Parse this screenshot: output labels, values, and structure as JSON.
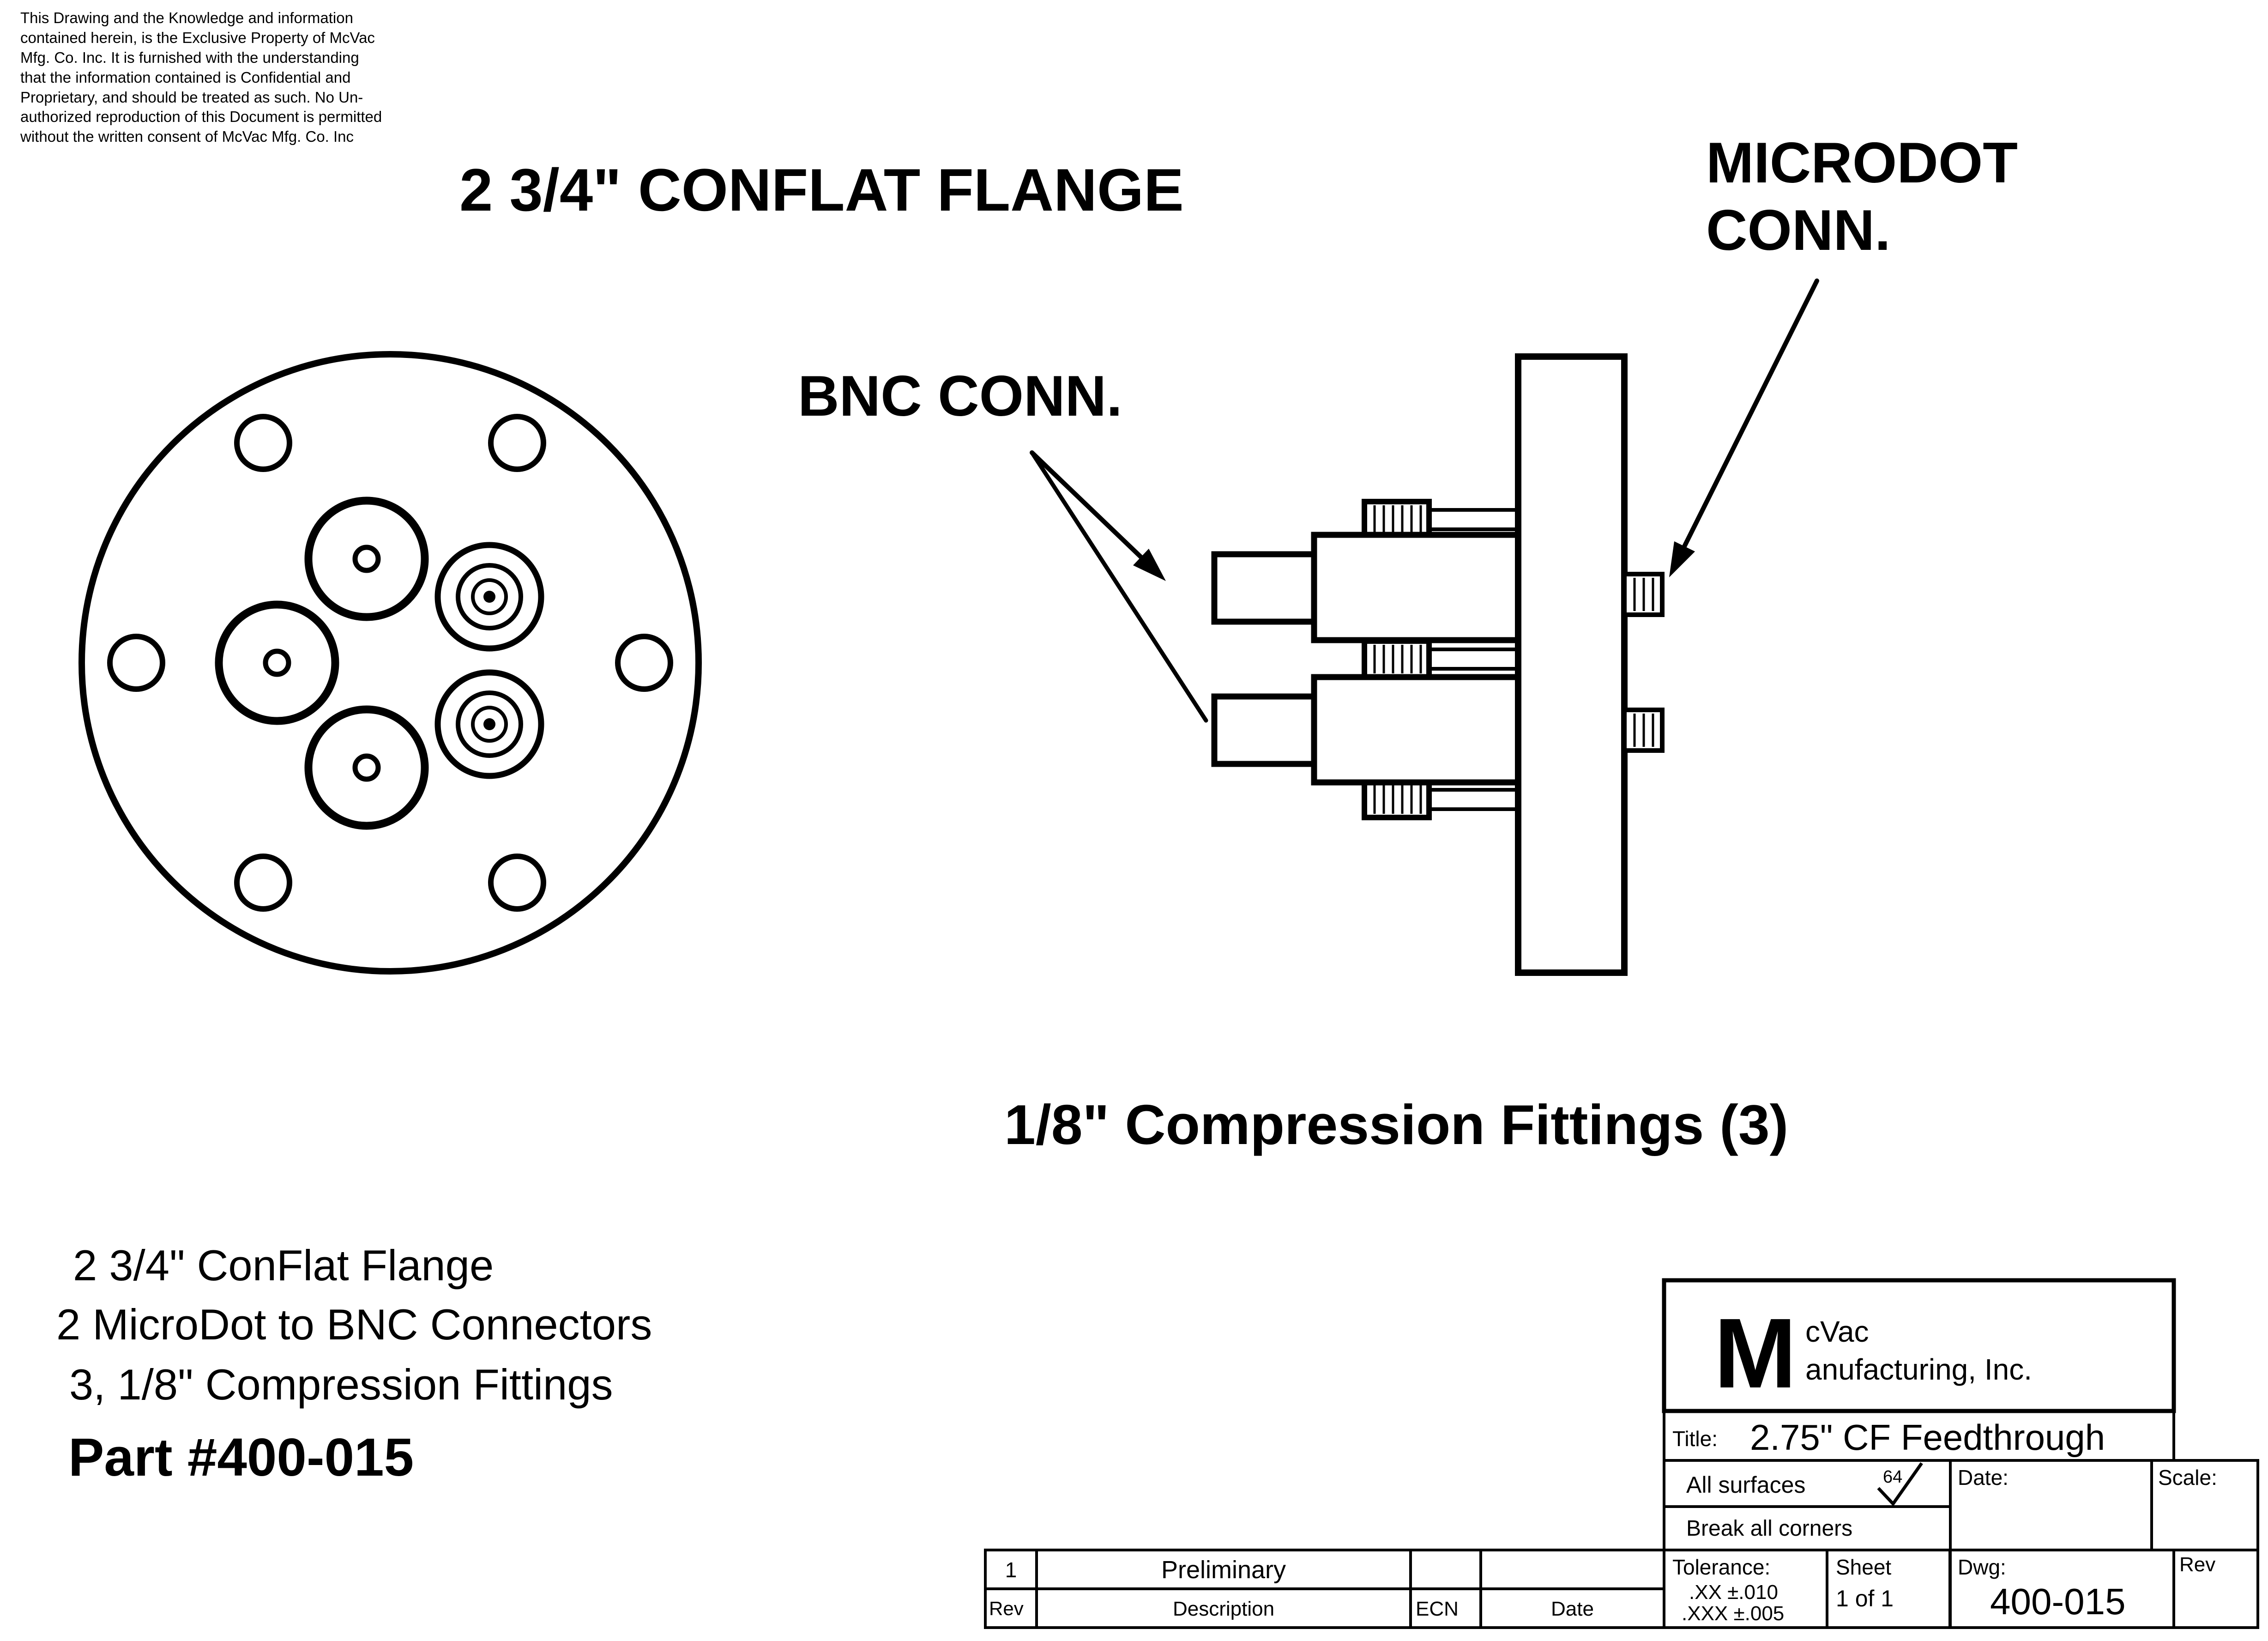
{
  "disclaimer": "This Drawing and the Knowledge and information\ncontained herein, is the Exclusive Property of McVac\nMfg. Co. Inc. It is furnished with the understanding\nthat the information contained is Confidential and\nProprietary, and should be treated as such. No Un-\nauthorized reproduction of this Document is permitted\nwithout the written consent of McVac Mfg. Co. Inc",
  "labels": {
    "main_title": "2 3/4\" CONFLAT FLANGE",
    "microdot": "MICRODOT\nCONN.",
    "bnc": "BNC CONN.",
    "compression": "1/8\" Compression Fittings (3)"
  },
  "parts_list": {
    "line1": "2 3/4\" ConFlat Flange",
    "line2": "2 MicroDot to BNC Connectors",
    "line3": "3, 1/8\" Compression Fittings",
    "part_number": "Part #400-015"
  },
  "title_block": {
    "logo_m": "M",
    "logo_top": "cVac",
    "logo_bottom": "anufacturing, Inc.",
    "title_label": "Title:",
    "title_value": "2.75\" CF Feedthrough",
    "all_surfaces": "All surfaces",
    "surface_finish": "64",
    "break_corners": "Break all corners",
    "date_label": "Date:",
    "scale_label": "Scale:",
    "tolerance_label": "Tolerance:",
    "tol_xx": ".XX ±.010",
    "tol_xxx": ".XXX ±.005",
    "sheet_label": "Sheet",
    "sheet_value": "1 of 1",
    "dwg_label": "Dwg:",
    "dwg_value": "400-015",
    "rev_label": "Rev"
  },
  "revision_table": {
    "headers": {
      "rev": "Rev",
      "description": "Description",
      "ecn": "ECN",
      "date": "Date"
    },
    "rows": [
      {
        "rev": "1",
        "description": "Preliminary",
        "ecn": "",
        "date": ""
      }
    ]
  },
  "colors": {
    "ink": "#000000",
    "paper": "#ffffff"
  }
}
